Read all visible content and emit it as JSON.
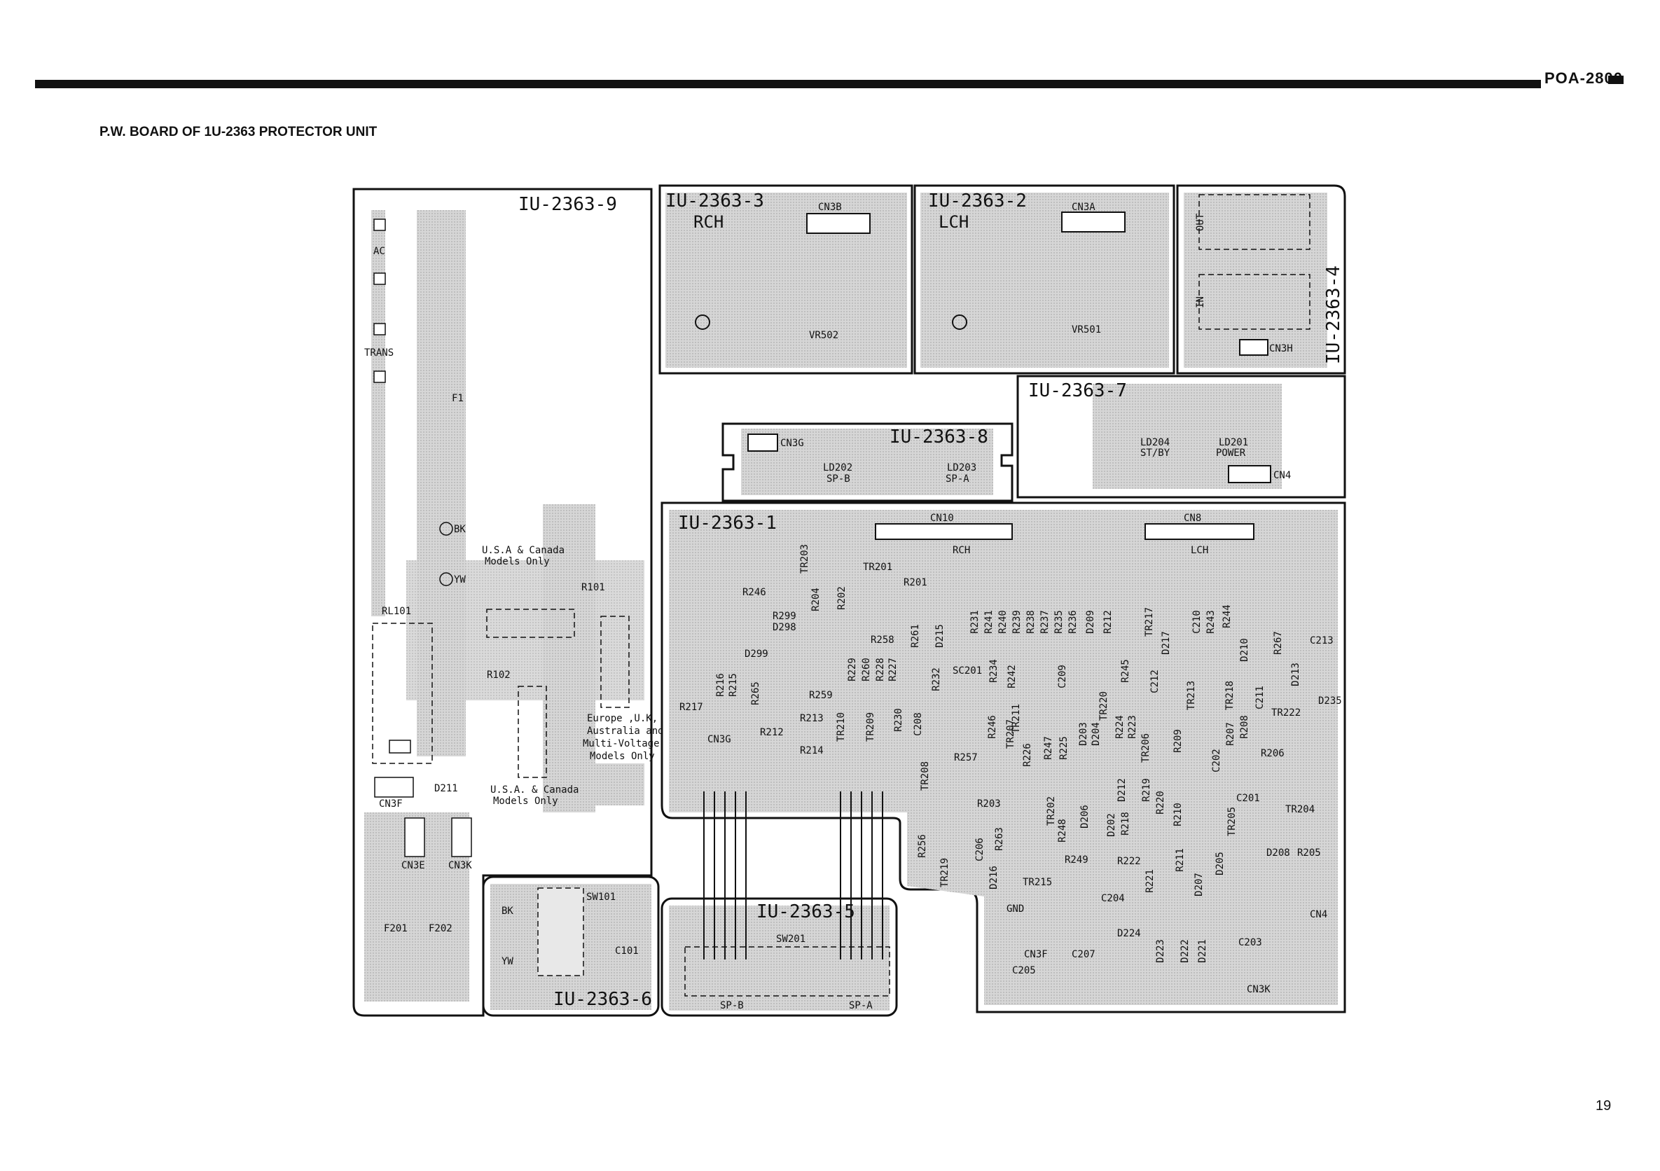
{
  "header": {
    "model": "POA-2800",
    "title": "P.W. BOARD OF 1U-2363 PROTECTOR UNIT",
    "page": "19"
  },
  "boards": {
    "b9": {
      "id": "IU-2363-9"
    },
    "b3": {
      "id": "IU-2363-3",
      "ch": "RCH",
      "cn": "CN3B",
      "vr": "VR502"
    },
    "b2": {
      "id": "IU-2363-2",
      "ch": "LCH",
      "cn": "CN3A",
      "vr": "VR501"
    },
    "b4": {
      "id": "IU-2363-4",
      "out": "OUT",
      "in": "IN",
      "cn": "CN3H"
    },
    "b7": {
      "id": "IU-2363-7",
      "ld1": "LD204",
      "ld1sub": "ST/BY",
      "ld2": "LD201",
      "ld2sub": "POWER",
      "cn": "CN4"
    },
    "b8": {
      "id": "IU-2363-8",
      "cn": "CN3G",
      "ld1": "LD202",
      "ld1sub": "SP-B",
      "ld2": "LD203",
      "ld2sub": "SP-A"
    },
    "b1": {
      "id": "IU-2363-1",
      "cn10": "CN10",
      "cn8": "CN8",
      "rch": "RCH",
      "lch": "LCH"
    },
    "b5": {
      "id": "IU-2363-5",
      "sw": "SW201",
      "spb": "SP-B",
      "spa": "SP-A"
    },
    "b6": {
      "id": "IU-2363-6",
      "sw": "SW101",
      "c": "C101",
      "bk": "BK",
      "yw": "YW"
    }
  },
  "labels9": {
    "ac": "AC",
    "trans": "TRANS",
    "f1": "F1",
    "bk": "BK",
    "yw": "YW",
    "rl": "RL101",
    "r101": "R101",
    "r102": "R102",
    "usa1": "U.S.A & Canada",
    "usa1b": "Models  Only",
    "eu1": "Europe ,U.K,",
    "eu2": "Australia and",
    "eu3": "Multi-Voltage",
    "eu4": "Models Only",
    "usa2": "U.S.A. & Canada",
    "usa2b": "Models  Only",
    "cn3f": "CN3F",
    "d211": "D211",
    "cn3e": "CN3E",
    "cn3k": "CN3K",
    "f201": "F201",
    "f202": "F202"
  },
  "labels1": {
    "tr203": "TR203",
    "r246": "R246",
    "r204": "R204",
    "r202": "R202",
    "tr201": "TR201",
    "r201": "R201",
    "r299": "R299",
    "d298": "D298",
    "d299": "D299",
    "r258": "R258",
    "r261": "R261",
    "d215": "D215",
    "r231": "R231",
    "sc201": "SC201",
    "r216": "R216",
    "r215": "R215",
    "r217": "R217",
    "r265": "R265",
    "r229": "R229",
    "r260": "R260",
    "r228": "R228",
    "r227": "R227",
    "r232": "R232",
    "r259": "R259",
    "cn3g": "CN3G",
    "r212": "R212",
    "r213": "R213",
    "r214": "R214",
    "tr210": "TR210",
    "tr209": "TR209",
    "r230": "R230",
    "tr208": "TR208",
    "c208": "C208",
    "r257": "R257",
    "r246b": "R246",
    "tr207": "TR207",
    "r226": "R226",
    "r203": "R203",
    "tr202": "TR202",
    "r256": "R256",
    "tr219": "TR219",
    "c206": "C206",
    "r263": "R263",
    "d216": "D216",
    "tr215": "TR215",
    "r249": "R249",
    "gnd": "GND",
    "c204": "C204",
    "cn3f": "CN3F",
    "c207": "C207",
    "c205": "C205",
    "d224": "D224",
    "d223": "D223",
    "d222": "D222",
    "d221": "D221",
    "c203": "C203",
    "cn3k": "CN3K",
    "cn4": "CN4",
    "r222": "R222",
    "r221": "R221",
    "d207": "D207",
    "d205": "D205",
    "d208": "D208",
    "r205": "R205",
    "tr205": "TR205",
    "c201": "C201",
    "tr204": "TR204",
    "r210": "R210",
    "r211": "R211",
    "tr222": "TR222",
    "d235": "D235",
    "r206": "R206",
    "r208": "R208",
    "c202": "C202",
    "r207": "R207",
    "tr206": "TR206",
    "tr220": "TR220",
    "r245": "R245",
    "tr217": "TR217",
    "d217": "D217",
    "c210": "C210",
    "r243": "R243",
    "r244": "R244",
    "d210": "D210",
    "r267": "R267",
    "c213": "C213",
    "d213": "D213",
    "c211": "C211",
    "tr218": "TR218",
    "tr213": "TR213",
    "c212": "C212",
    "r212b": "R212",
    "d209": "D209",
    "r236": "R236",
    "r235": "R235",
    "r237": "R237",
    "r238": "R238",
    "r239": "R239",
    "r240": "R240",
    "r241": "R241",
    "r234": "R234",
    "r242": "R242",
    "tr211": "TR211",
    "c209": "C209",
    "d203": "D203",
    "d204": "D204",
    "r224": "R224",
    "r223": "R223",
    "r209": "R209",
    "r247": "R247",
    "r225": "R225",
    "d212": "D212",
    "r248": "R248",
    "d206": "D206",
    "d202": "D202",
    "r218": "R218",
    "r219": "R219",
    "r220": "R220"
  }
}
